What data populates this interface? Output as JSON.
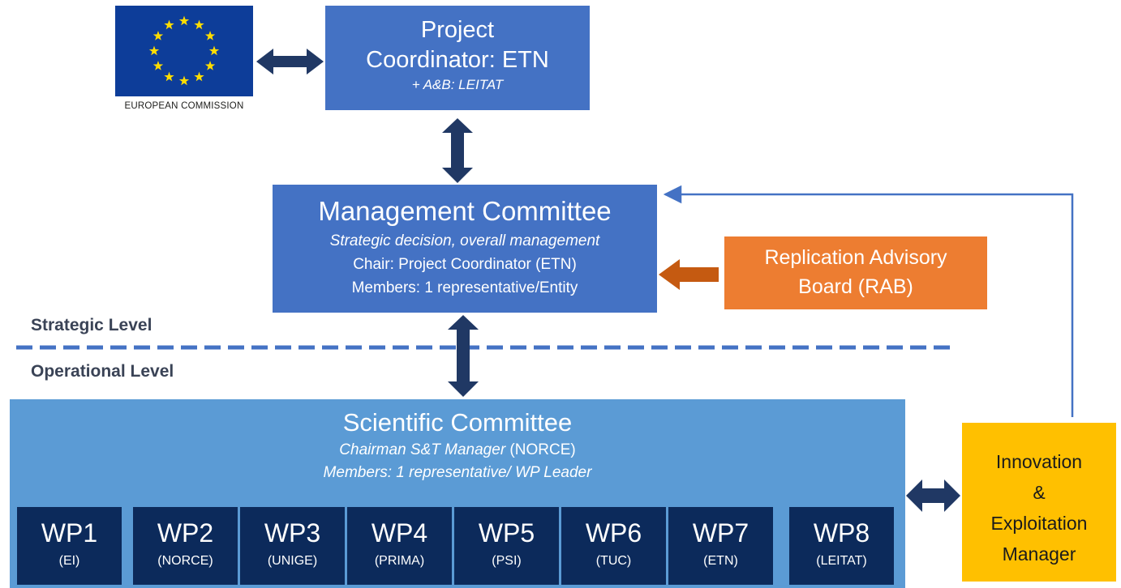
{
  "eu": {
    "caption": "EUROPEAN COMMISSION"
  },
  "coordinator": {
    "line1": "Project",
    "line2": "Coordinator: ETN",
    "sub": "+ A&B: LEITAT"
  },
  "management": {
    "title": "Management Committee",
    "role": "Strategic decision, overall management",
    "chair": "Chair: Project Coordinator (ETN)",
    "members": "Members: 1 representative/Entity"
  },
  "rab": {
    "line1": "Replication Advisory",
    "line2": "Board (RAB)"
  },
  "levels": {
    "strategic": "Strategic Level",
    "operational": "Operational Level"
  },
  "scientific": {
    "title": "Scientific Committee",
    "chair_italic": "Chairman S&T Manager",
    "chair_org": " (NORCE)",
    "members": "Members: 1 representative/ WP Leader"
  },
  "work_packages": [
    {
      "name": "WP1",
      "leader": "(EI)"
    },
    {
      "name": "WP2",
      "leader": "(NORCE)"
    },
    {
      "name": "WP3",
      "leader": "(UNIGE)"
    },
    {
      "name": "WP4",
      "leader": "(PRIMA)"
    },
    {
      "name": "WP5",
      "leader": "(PSI)"
    },
    {
      "name": "WP6",
      "leader": "(TUC)"
    },
    {
      "name": "WP7",
      "leader": "(ETN)"
    },
    {
      "name": "WP8",
      "leader": "(LEITAT)"
    }
  ],
  "innovation": {
    "line1": "Innovation",
    "line2": "&",
    "line3": "Exploitation",
    "line4": "Manager"
  },
  "colors": {
    "blue": "#4472c4",
    "light_blue": "#5b9bd5",
    "navy": "#0c2a5b",
    "orange": "#ed7d31",
    "yellow": "#ffc000",
    "arrow": "#203864",
    "eu_blue": "#0d3d99",
    "eu_star": "#ffdd00"
  }
}
